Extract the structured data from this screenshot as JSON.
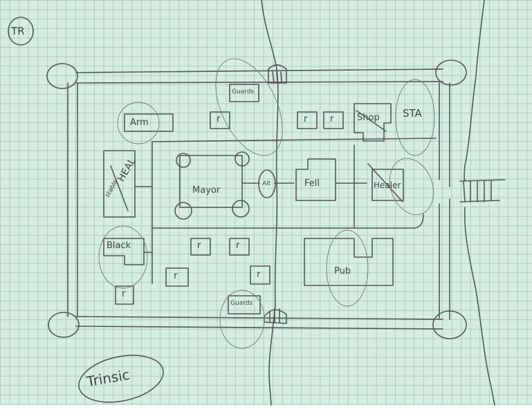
{
  "map": {
    "title": "Trinsic",
    "corner_tag": "TR",
    "colors": {
      "paper": "#d6ede2",
      "grid": "#9fc8b6",
      "ink": "#555555"
    },
    "buildings": {
      "armory": "Arm",
      "healer_stable": "HEAL",
      "stable": "stable",
      "mayor": "Mayor",
      "alley": "Alt",
      "fellowship": "Fell",
      "healer": "Healer",
      "shop": "Shop",
      "sta": "STA",
      "blacksmith": "Black",
      "pub": "Pub",
      "guards_north": "Guards",
      "guards_south": "Guards"
    },
    "residence_label": "r"
  }
}
